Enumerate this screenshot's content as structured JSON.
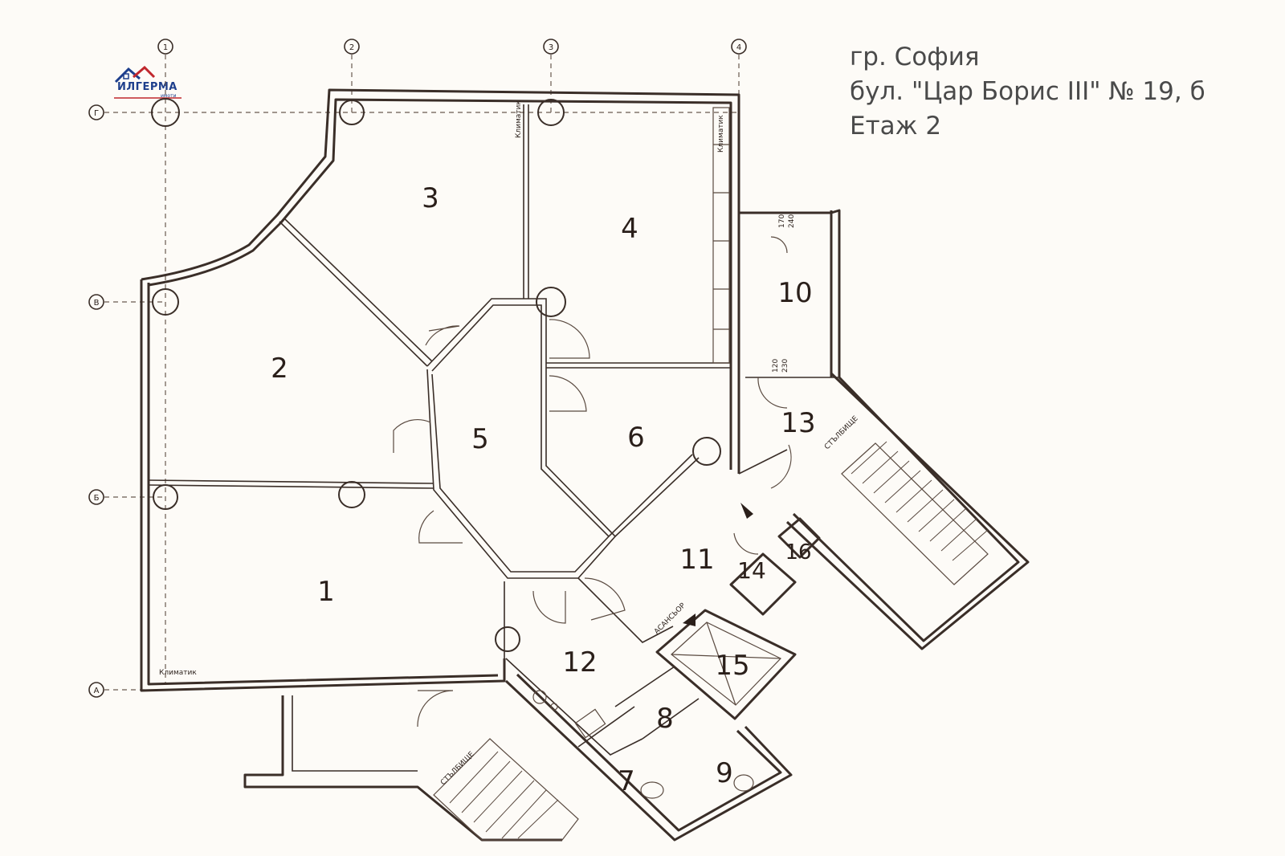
{
  "logo": {
    "name": "ИЛГЕРМА",
    "sub": "имоти",
    "accent": "#c0272d",
    "brand": "#1e3f8c"
  },
  "address": {
    "line1": "гр. София",
    "line2": "бул. \"Цар Борис III\" № 19, б",
    "line3": "Етаж 2"
  },
  "grid": {
    "columns": [
      "1",
      "2",
      "3",
      "4"
    ],
    "rows": [
      "Г",
      "В",
      "Б",
      "А"
    ]
  },
  "rooms": [
    "1",
    "2",
    "3",
    "4",
    "5",
    "6",
    "7",
    "8",
    "9",
    "10",
    "11",
    "12",
    "13",
    "14",
    "15",
    "16"
  ],
  "labels": {
    "stairs_top": "СТЪЛБИЩЕ",
    "stairs_bottom": "СТЪЛБИЩЕ",
    "elevator": "АСАНСЬОР",
    "ac1": "Климатик",
    "ac2": "Климатик",
    "ac3": "Климатик",
    "dim_170": "170",
    "dim_240": "240",
    "dim_120": "120",
    "dim_230": "230"
  }
}
